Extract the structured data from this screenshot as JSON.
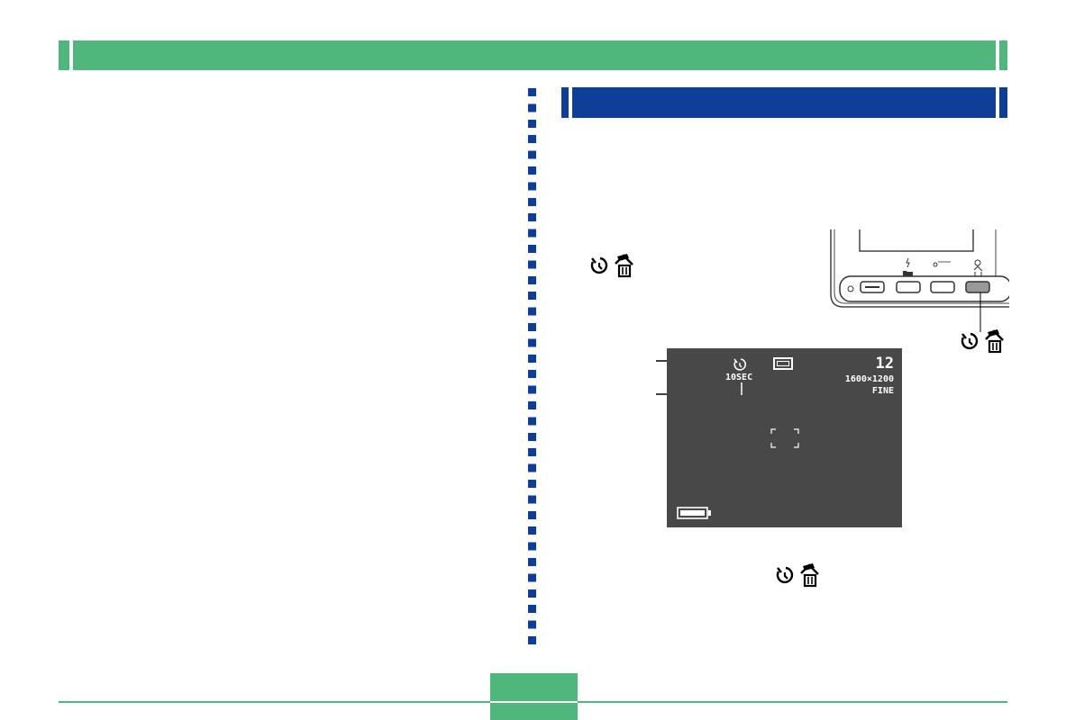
{
  "page": {
    "number": ""
  },
  "colors": {
    "green": "#4fb67c",
    "blue": "#0d3f98",
    "lcd": "#484848"
  },
  "icons": {
    "self_timer": "self-timer-icon",
    "delete": "delete-icon"
  },
  "camera_screen": {
    "timer_label": "10SEC",
    "shots_remaining": "12",
    "resolution": "1600×1200",
    "quality": "FINE"
  }
}
